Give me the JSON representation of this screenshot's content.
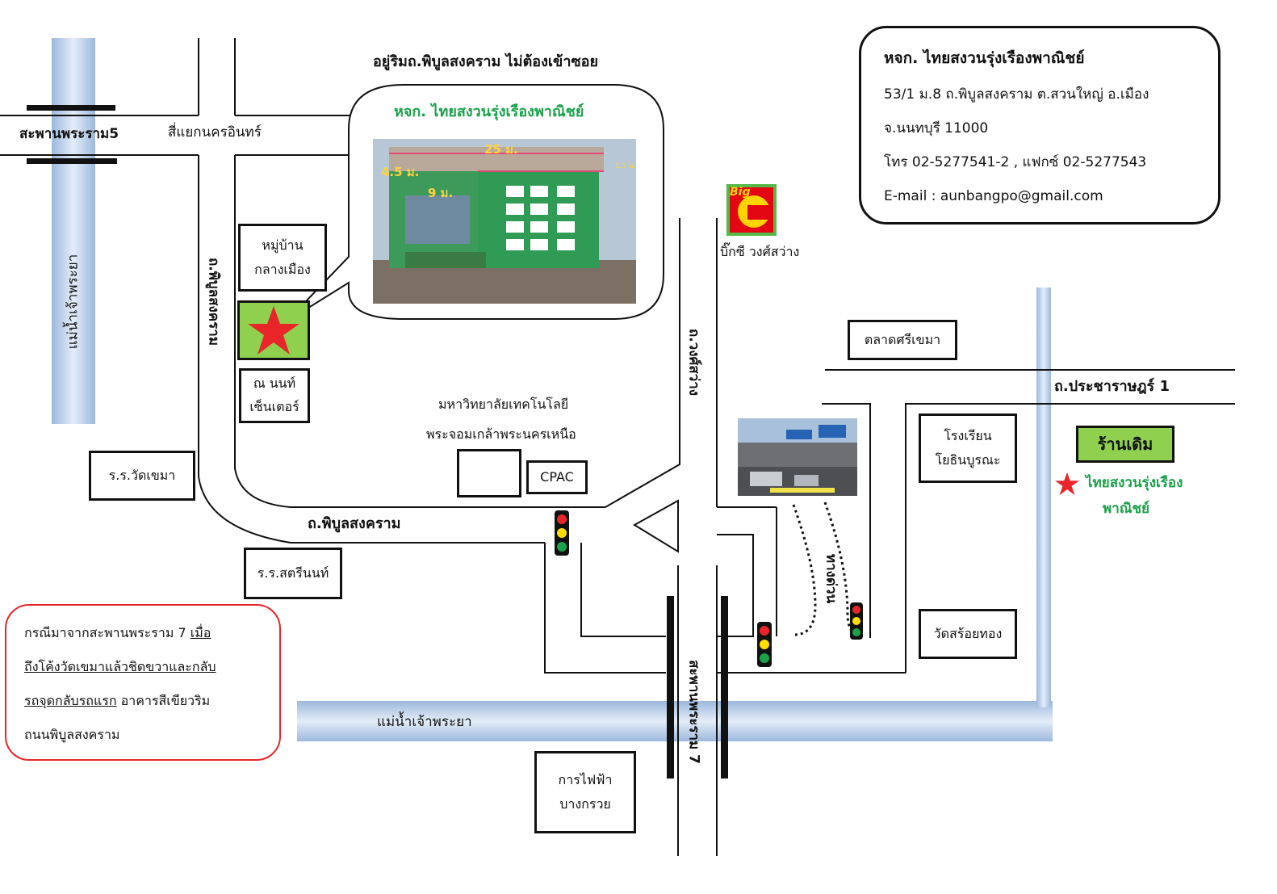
{
  "header": {
    "location_note": "อยู่ริมถ.พิบูลสงคราม ไม่ต้องเข้าซอย"
  },
  "callout": {
    "shop_name": "หจก. ไทยสงวนรุ่งเรืองพาณิชย์",
    "photo_labels": {
      "width": "25 ม.",
      "height": "4.5 ม.",
      "depth": "9 ม.",
      "small": "1.5 ม."
    }
  },
  "info_box": {
    "name": "หจก. ไทยสงวนรุ่งเรืองพาณิชย์",
    "address1": "53/1 ม.8 ถ.พิบูลสงคราม ต.สวนใหญ่  อ.เมือง",
    "address2": "จ.นนทบุรี  11000",
    "phone": "โทร 02-5277541-2 , แฟกซ์ 02-5277543",
    "email": "E-mail : aunbangpo@gmail.com"
  },
  "directions_box": {
    "line1_plain": "กรณีมาจากสะพานพระราม 7 ",
    "line1_link": "เมื่อ",
    "line2_link": "ถึงโค้งวัดเขมาแล้วชิดขวาและกลับ",
    "line3_link": "รถจุดกลับรถแรก",
    "line3_plain": " อาคารสีเขียวริม",
    "line4_plain": "ถนนพิบูลสงคราม"
  },
  "labels": {
    "rama5_bridge": "สะพานพระราม5",
    "nakhon_in_junction": "สี่แยกนครอินทร์",
    "pibul_road_vertical": "ถ.พิบูลสงคราม",
    "pibul_road": "ถ.พิบูลสงคราม",
    "river_vertical": "แม่น้ำเจ้าพระยา",
    "river_bottom": "แม่น้ำเจ้าพระยา",
    "wongsawang_road": "ถ.วงศ์สว่าง",
    "bigc_name": "บิ๊กซี วงศ์สว่าง",
    "bigc_logo": "Big",
    "university_1": "มหาวิทยาลัยเทคโนโลยี",
    "university_2": "พระจอมเกล้าพระนครเหนือ",
    "pracharat_road": "ถ.ประชาราษฎร์ 1",
    "rama7_bridge": "สะพานพระราม 7",
    "tollway": "ทางด่วน",
    "old_store": "ร้านเดิม",
    "old_store_name_1": "ไทยสงวนรุ่งเรือง",
    "old_store_name_2": "พาณิชย์"
  },
  "landmarks": {
    "moo_baan_1": "หมู่บ้าน",
    "moo_baan_2": "กลางเมือง",
    "na_non_1": "ณ นนท์",
    "na_non_2": "เซ็นเตอร์",
    "wat_khema_school": "ร.ร.วัดเขมา",
    "satrinon_school": "ร.ร.สตรีนนท์",
    "cpac": "CPAC",
    "talad_sri_khema": "ตลาดศรีเขมา",
    "yothin_1": "โรงเรียน",
    "yothin_2": "โยธินบูรณะ",
    "wat_soi_thong": "วัดสร้อยทอง",
    "egat_1": "การไฟฟ้า",
    "egat_2": "บางกรวย"
  },
  "colors": {
    "green_text": "#1aa24a",
    "store_green": "#8fd14f",
    "river": "#b9cde8",
    "red_star": "#e8262a",
    "bigc_red": "#e30613",
    "bigc_green": "#55b947"
  }
}
